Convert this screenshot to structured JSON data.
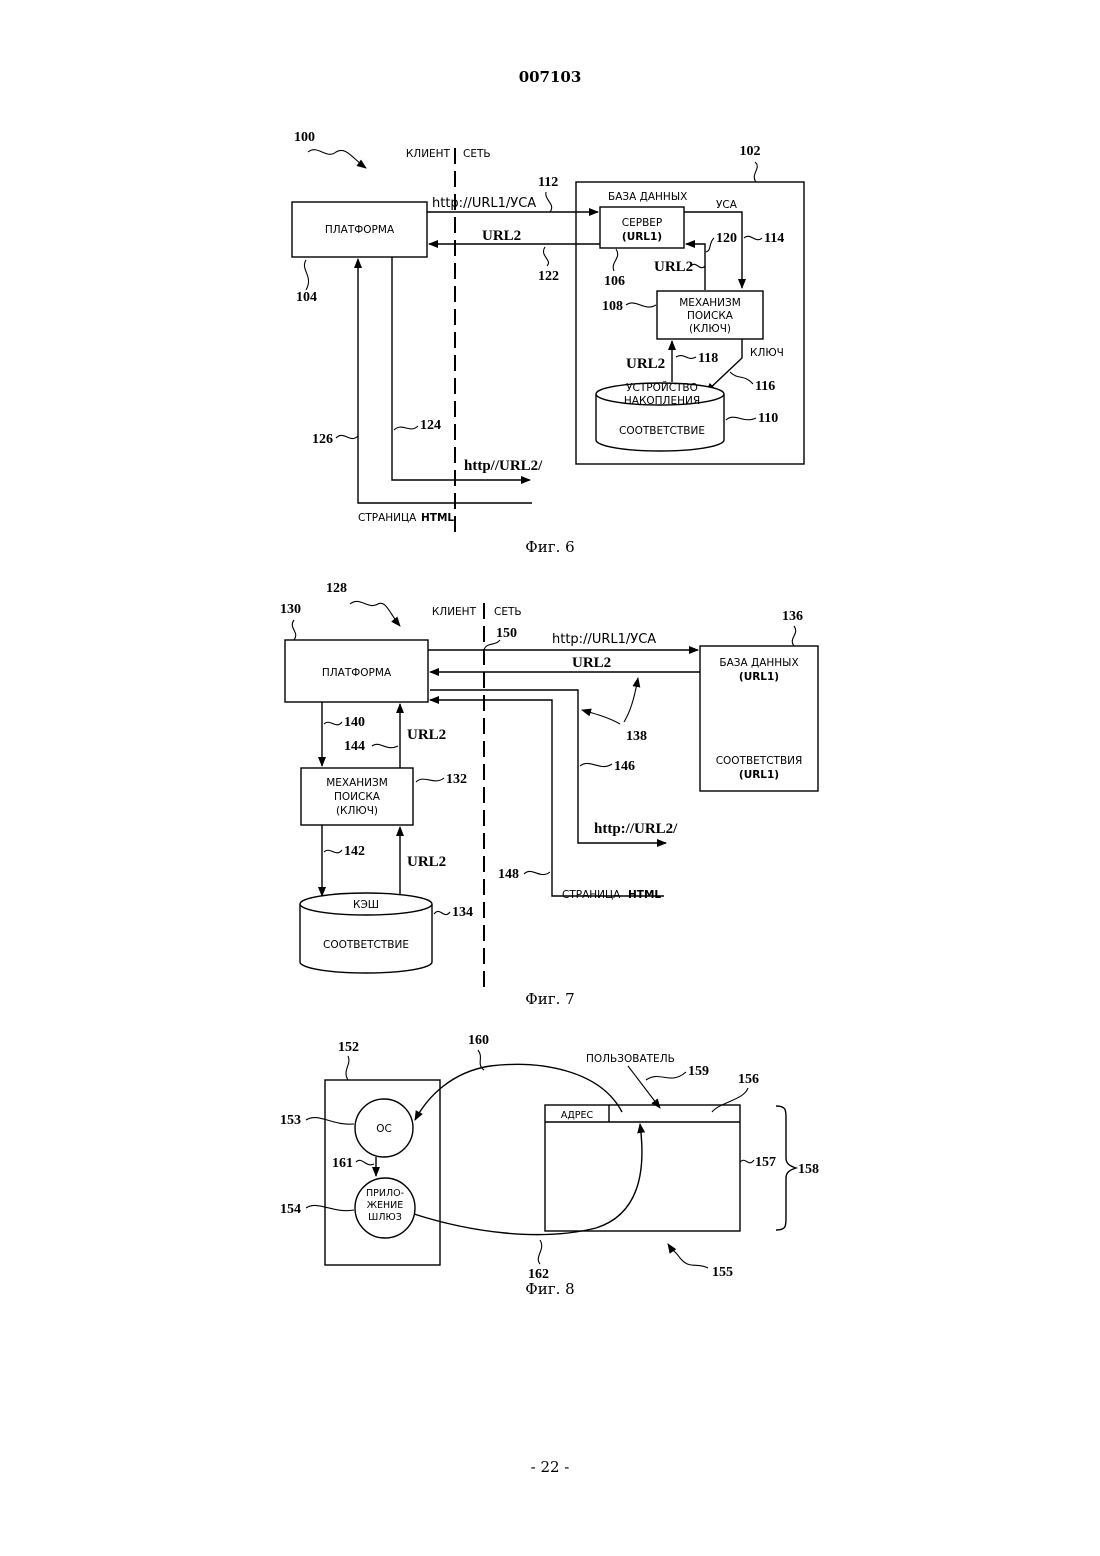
{
  "header": {
    "doc_number": "007103"
  },
  "footer": {
    "page": "- 22 -"
  },
  "fig6": {
    "caption": "Фиг. 6",
    "client": "КЛИЕНТ",
    "net": "СЕТЬ",
    "platform": "ПЛАТФОРМА",
    "db": "БАЗА ДАННЫХ",
    "server1": "СЕРВЕР",
    "server2": "(URL1)",
    "search1": "МЕХАНИЗМ",
    "search2": "ПОИСКА",
    "search3": "(КЛЮЧ)",
    "storage1": "УСТРОЙСТВО",
    "storage2": "НАКОПЛЕНИЯ",
    "match": "СООТВЕТСТВИЕ",
    "req": "http://URL1/УСА",
    "url2": "URL2",
    "url2b": "URL2",
    "url2c": "URL2",
    "usa": "УСА",
    "key": "КЛЮЧ",
    "http2": "http//URL2/",
    "page": "СТРАНИЦА",
    "html": "HTML",
    "n100": "100",
    "n102": "102",
    "n104": "104",
    "n106": "106",
    "n108": "108",
    "n110": "110",
    "n112": "112",
    "n114": "114",
    "n116": "116",
    "n118": "118",
    "n120": "120",
    "n122": "122",
    "n124": "124",
    "n126": "126"
  },
  "fig7": {
    "caption": "Фиг. 7",
    "client": "КЛИЕНТ",
    "net": "СЕТЬ",
    "platform": "ПЛАТФОРМА",
    "req": "http://URL1/УСА",
    "url2": "URL2",
    "url2b": "URL2",
    "url2c": "URL2",
    "db1": "БАЗА ДАННЫХ",
    "db2": "(URL1)",
    "db3": "СООТВЕТСТВИЯ",
    "db4": "(URL1)",
    "search1": "МЕХАНИЗМ",
    "search2": "ПОИСКА",
    "search3": "(КЛЮЧ)",
    "cache": "КЭШ",
    "match": "СООТВЕТСТВИЕ",
    "http2": "http://URL2/",
    "page": "СТРАНИЦА",
    "html": "HTML",
    "n128": "128",
    "n130": "130",
    "n132": "132",
    "n134": "134",
    "n136": "136",
    "n138": "138",
    "n140": "140",
    "n142": "142",
    "n144": "144",
    "n146": "146",
    "n148": "148",
    "n150": "150"
  },
  "fig8": {
    "caption": "Фиг. 8",
    "os": "ОС",
    "app1": "ПРИЛО-",
    "app2": "ЖЕНИЕ",
    "app3": "ШЛЮЗ",
    "user": "ПОЛЬЗОВАТЕЛЬ",
    "address": "АДРЕС",
    "n152": "152",
    "n153": "153",
    "n154": "154",
    "n155": "155",
    "n156": "156",
    "n157": "157",
    "n158": "158",
    "n159": "159",
    "n160": "160",
    "n161": "161",
    "n162": "162"
  }
}
